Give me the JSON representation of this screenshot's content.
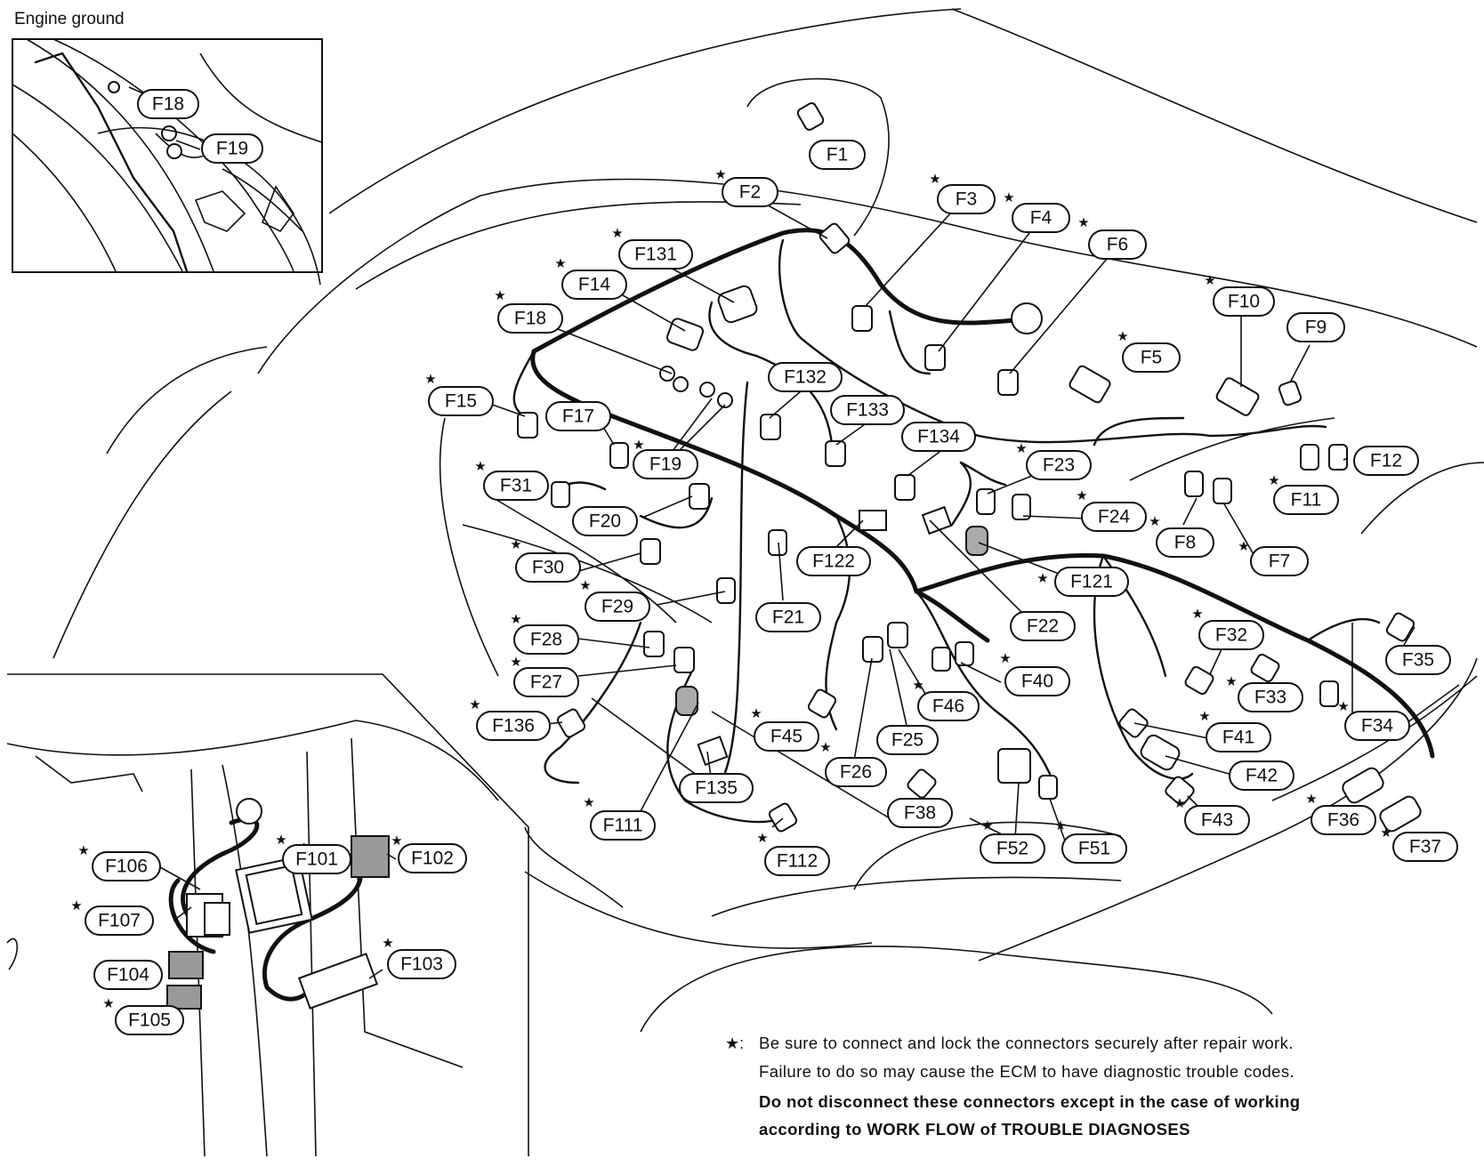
{
  "inset_title": "Engine ground",
  "labels": {
    "F1": "F1",
    "F2": "F2",
    "F3": "F3",
    "F4": "F4",
    "F5": "F5",
    "F6": "F6",
    "F7": "F7",
    "F8": "F8",
    "F9": "F9",
    "F10": "F10",
    "F11": "F11",
    "F12": "F12",
    "F14": "F14",
    "F15": "F15",
    "F17": "F17",
    "F18": "F18",
    "F19": "F19",
    "F20": "F20",
    "F21": "F21",
    "F22": "F22",
    "F23": "F23",
    "F24": "F24",
    "F25": "F25",
    "F26": "F26",
    "F27": "F27",
    "F28": "F28",
    "F29": "F29",
    "F30": "F30",
    "F31": "F31",
    "F32": "F32",
    "F33": "F33",
    "F34": "F34",
    "F35": "F35",
    "F36": "F36",
    "F37": "F37",
    "F38": "F38",
    "F40": "F40",
    "F41": "F41",
    "F42": "F42",
    "F43": "F43",
    "F45": "F45",
    "F46": "F46",
    "F51": "F51",
    "F52": "F52",
    "F101": "F101",
    "F102": "F102",
    "F103": "F103",
    "F104": "F104",
    "F105": "F105",
    "F106": "F106",
    "F107": "F107",
    "F111": "F111",
    "F112": "F112",
    "F121": "F121",
    "F122": "F122",
    "F131": "F131",
    "F132": "F132",
    "F133": "F133",
    "F134": "F134",
    "F135": "F135",
    "F136": "F136"
  },
  "star_symbol": "★",
  "note": {
    "star_prefix": "★:",
    "line1": "Be sure to connect and lock the connectors securely after repair work.",
    "line2": "Failure to do so may cause the ECM to have diagnostic trouble codes.",
    "line3": "Do not disconnect these connectors except in the case of working",
    "line4": "according to WORK FLOW of TROUBLE DIAGNOSES"
  }
}
